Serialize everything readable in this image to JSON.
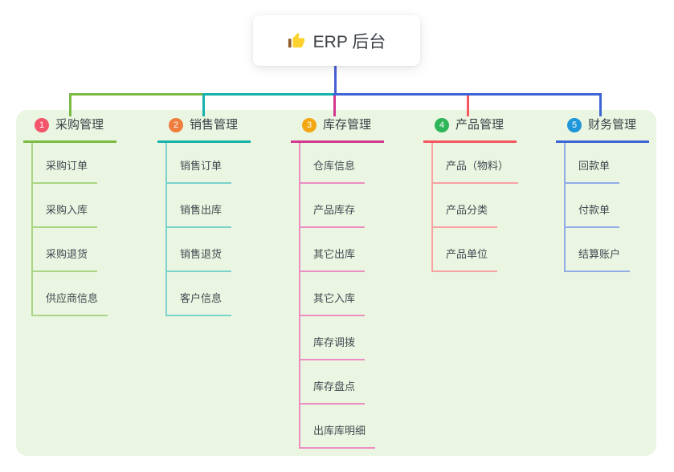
{
  "root": {
    "icon": "thumbs-up",
    "label": "ERP 后台",
    "line_color": "#4a5fd3"
  },
  "panel": {
    "bg_color": "#eaf6e2"
  },
  "branches": [
    {
      "num": "1",
      "label": "采购管理",
      "badge_color": "#f3566b",
      "line_color": "#7cba44",
      "light_color": "#a9d585",
      "children": [
        "采购订单",
        "采购入库",
        "采购退货",
        "供应商信息"
      ]
    },
    {
      "num": "2",
      "label": "销售管理",
      "badge_color": "#ef7d3d",
      "line_color": "#16b2aa",
      "light_color": "#7ad2cc",
      "children": [
        "销售订单",
        "销售出库",
        "销售退货",
        "客户信息"
      ]
    },
    {
      "num": "3",
      "label": "库存管理",
      "badge_color": "#f2a713",
      "line_color": "#d2388e",
      "light_color": "#ec8ec2",
      "children": [
        "仓库信息",
        "产品库存",
        "其它出库",
        "其它入库",
        "库存调拨",
        "库存盘点",
        "出库库明细"
      ]
    },
    {
      "num": "4",
      "label": "产品管理",
      "badge_color": "#2eb55a",
      "line_color": "#f4575f",
      "light_color": "#f9a2a4",
      "children": [
        "产品（物料）",
        "产品分类",
        "产品单位"
      ]
    },
    {
      "num": "5",
      "label": "财务管理",
      "badge_color": "#1f97d8",
      "line_color": "#3e65d6",
      "light_color": "#93abe7",
      "children": [
        "回款单",
        "付款单",
        "结算账户"
      ]
    }
  ]
}
